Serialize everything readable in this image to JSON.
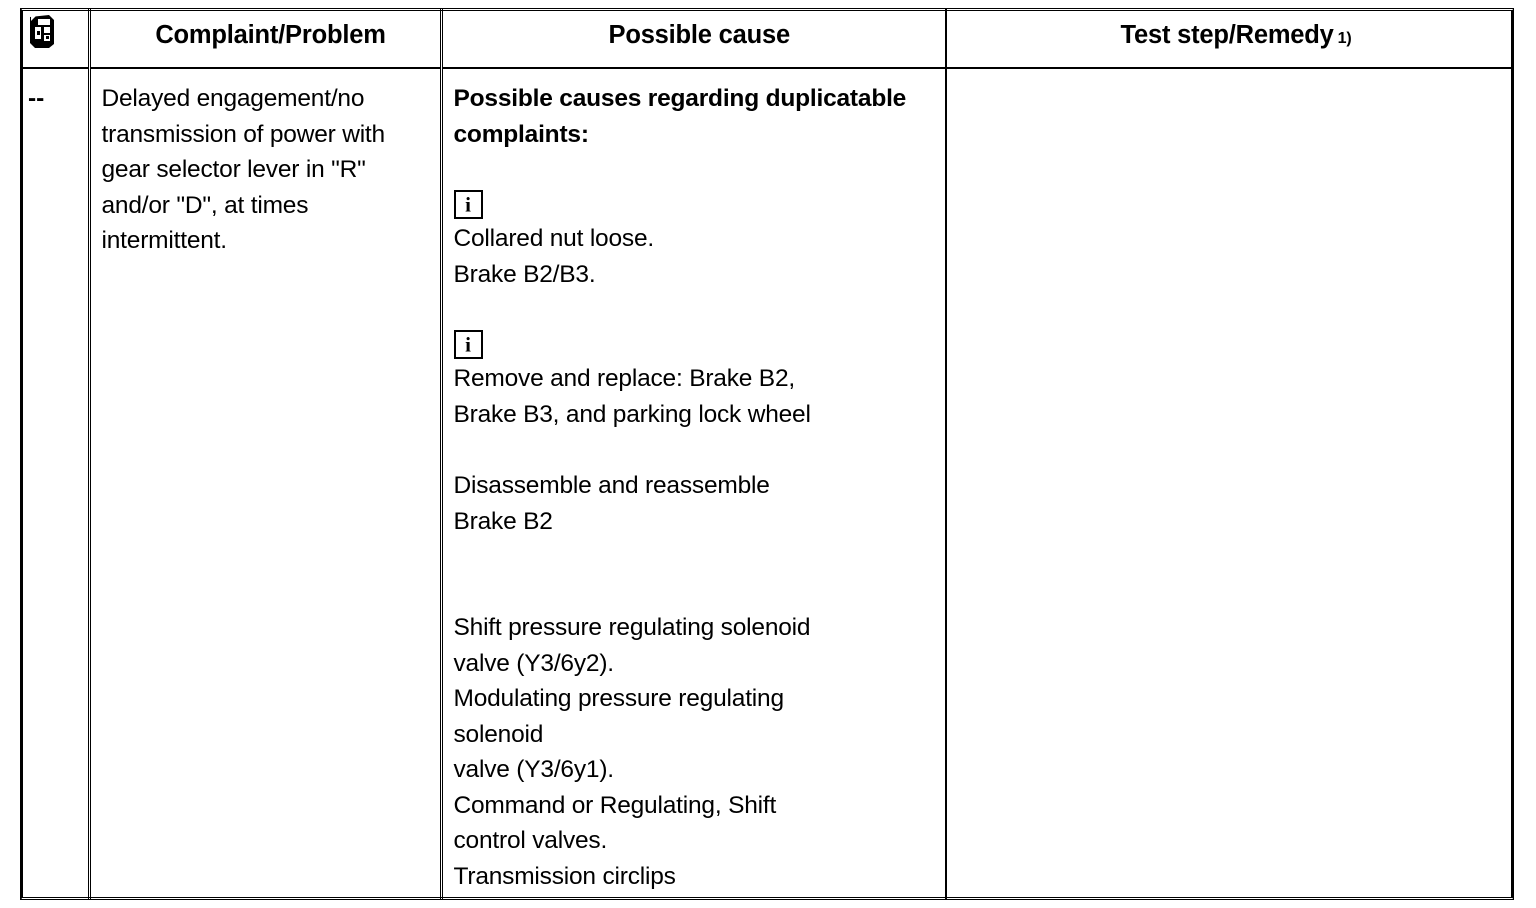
{
  "table": {
    "columns": [
      {
        "id": "marker",
        "label": "",
        "icon": "diagnostic-tester-icon"
      },
      {
        "id": "complaint",
        "label": "Complaint/Problem"
      },
      {
        "id": "cause",
        "label": "Possible cause"
      },
      {
        "id": "remedy",
        "label": "Test step/Remedy",
        "footnote": "1)"
      }
    ],
    "rows": [
      {
        "marker": "--",
        "complaint": "Delayed engagement/no transmission of power with gear selector lever in \"R\" and/or \"D\", at times intermittent.",
        "cause_blocks": [
          {
            "type": "heading",
            "text": "Possible causes regarding duplicatable complaints:"
          },
          {
            "type": "info",
            "icon": "info-icon",
            "icon_glyph": "i",
            "lines": [
              "Collared nut loose.",
              "Brake B2/B3."
            ]
          },
          {
            "type": "info",
            "icon": "info-icon",
            "icon_glyph": "i",
            "lines": [
              "Remove and replace: Brake B2,",
              "Brake B3, and parking lock wheel"
            ]
          },
          {
            "type": "plain",
            "lines": [
              "Disassemble and reassemble",
              "Brake B2"
            ]
          },
          {
            "type": "plain",
            "lines": [
              "Shift pressure regulating solenoid",
              "valve (Y3/6y2).",
              "Modulating pressure regulating",
              "solenoid",
              "valve (Y3/6y1).",
              "Command or Regulating, Shift",
              "control valves.",
              "Transmission circlips"
            ]
          }
        ],
        "remedy": ""
      }
    ]
  },
  "colors": {
    "border": "#000000",
    "background": "#ffffff",
    "text": "#000000"
  }
}
